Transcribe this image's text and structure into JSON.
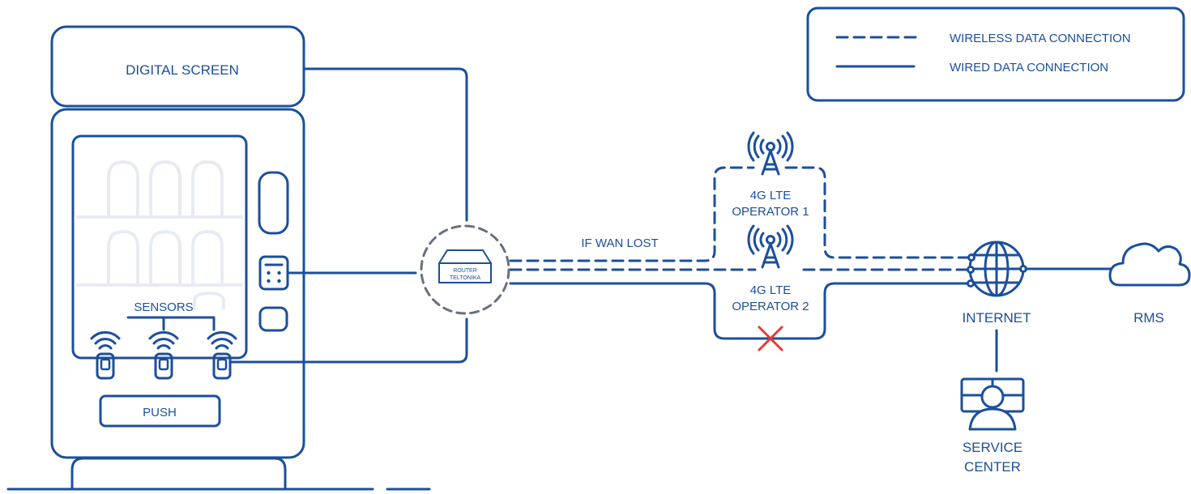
{
  "colors": {
    "primary": "#1b4f9c",
    "muted": "#e7ecf3",
    "dashed_circle": "#6a6f82",
    "failure": "#e53935",
    "background": "#ffffff"
  },
  "legend": {
    "wireless_label": "WIRELESS DATA CONNECTION",
    "wired_label": "WIRED DATA CONNECTION"
  },
  "vending_machine": {
    "screen_label": "DIGITAL SCREEN",
    "sensors_label": "SENSORS",
    "push_label": "PUSH"
  },
  "router": {
    "line1": "ROUTER",
    "line2": "TELTONIKA"
  },
  "network": {
    "failover_label": "IF WAN LOST",
    "operator1_line1": "4G LTE",
    "operator1_line2": "OPERATOR 1",
    "operator2_line1": "4G LTE",
    "operator2_line2": "OPERATOR 2",
    "internet_label": "INTERNET",
    "rms_label": "RMS",
    "service_line1": "SERVICE",
    "service_line2": "CENTER"
  },
  "icons": [
    "antenna-tower-icon",
    "globe-icon",
    "cloud-icon",
    "operator-person-icon",
    "wireless-sensor-icon",
    "router-icon",
    "failure-x-icon",
    "payment-keypad-icon"
  ]
}
